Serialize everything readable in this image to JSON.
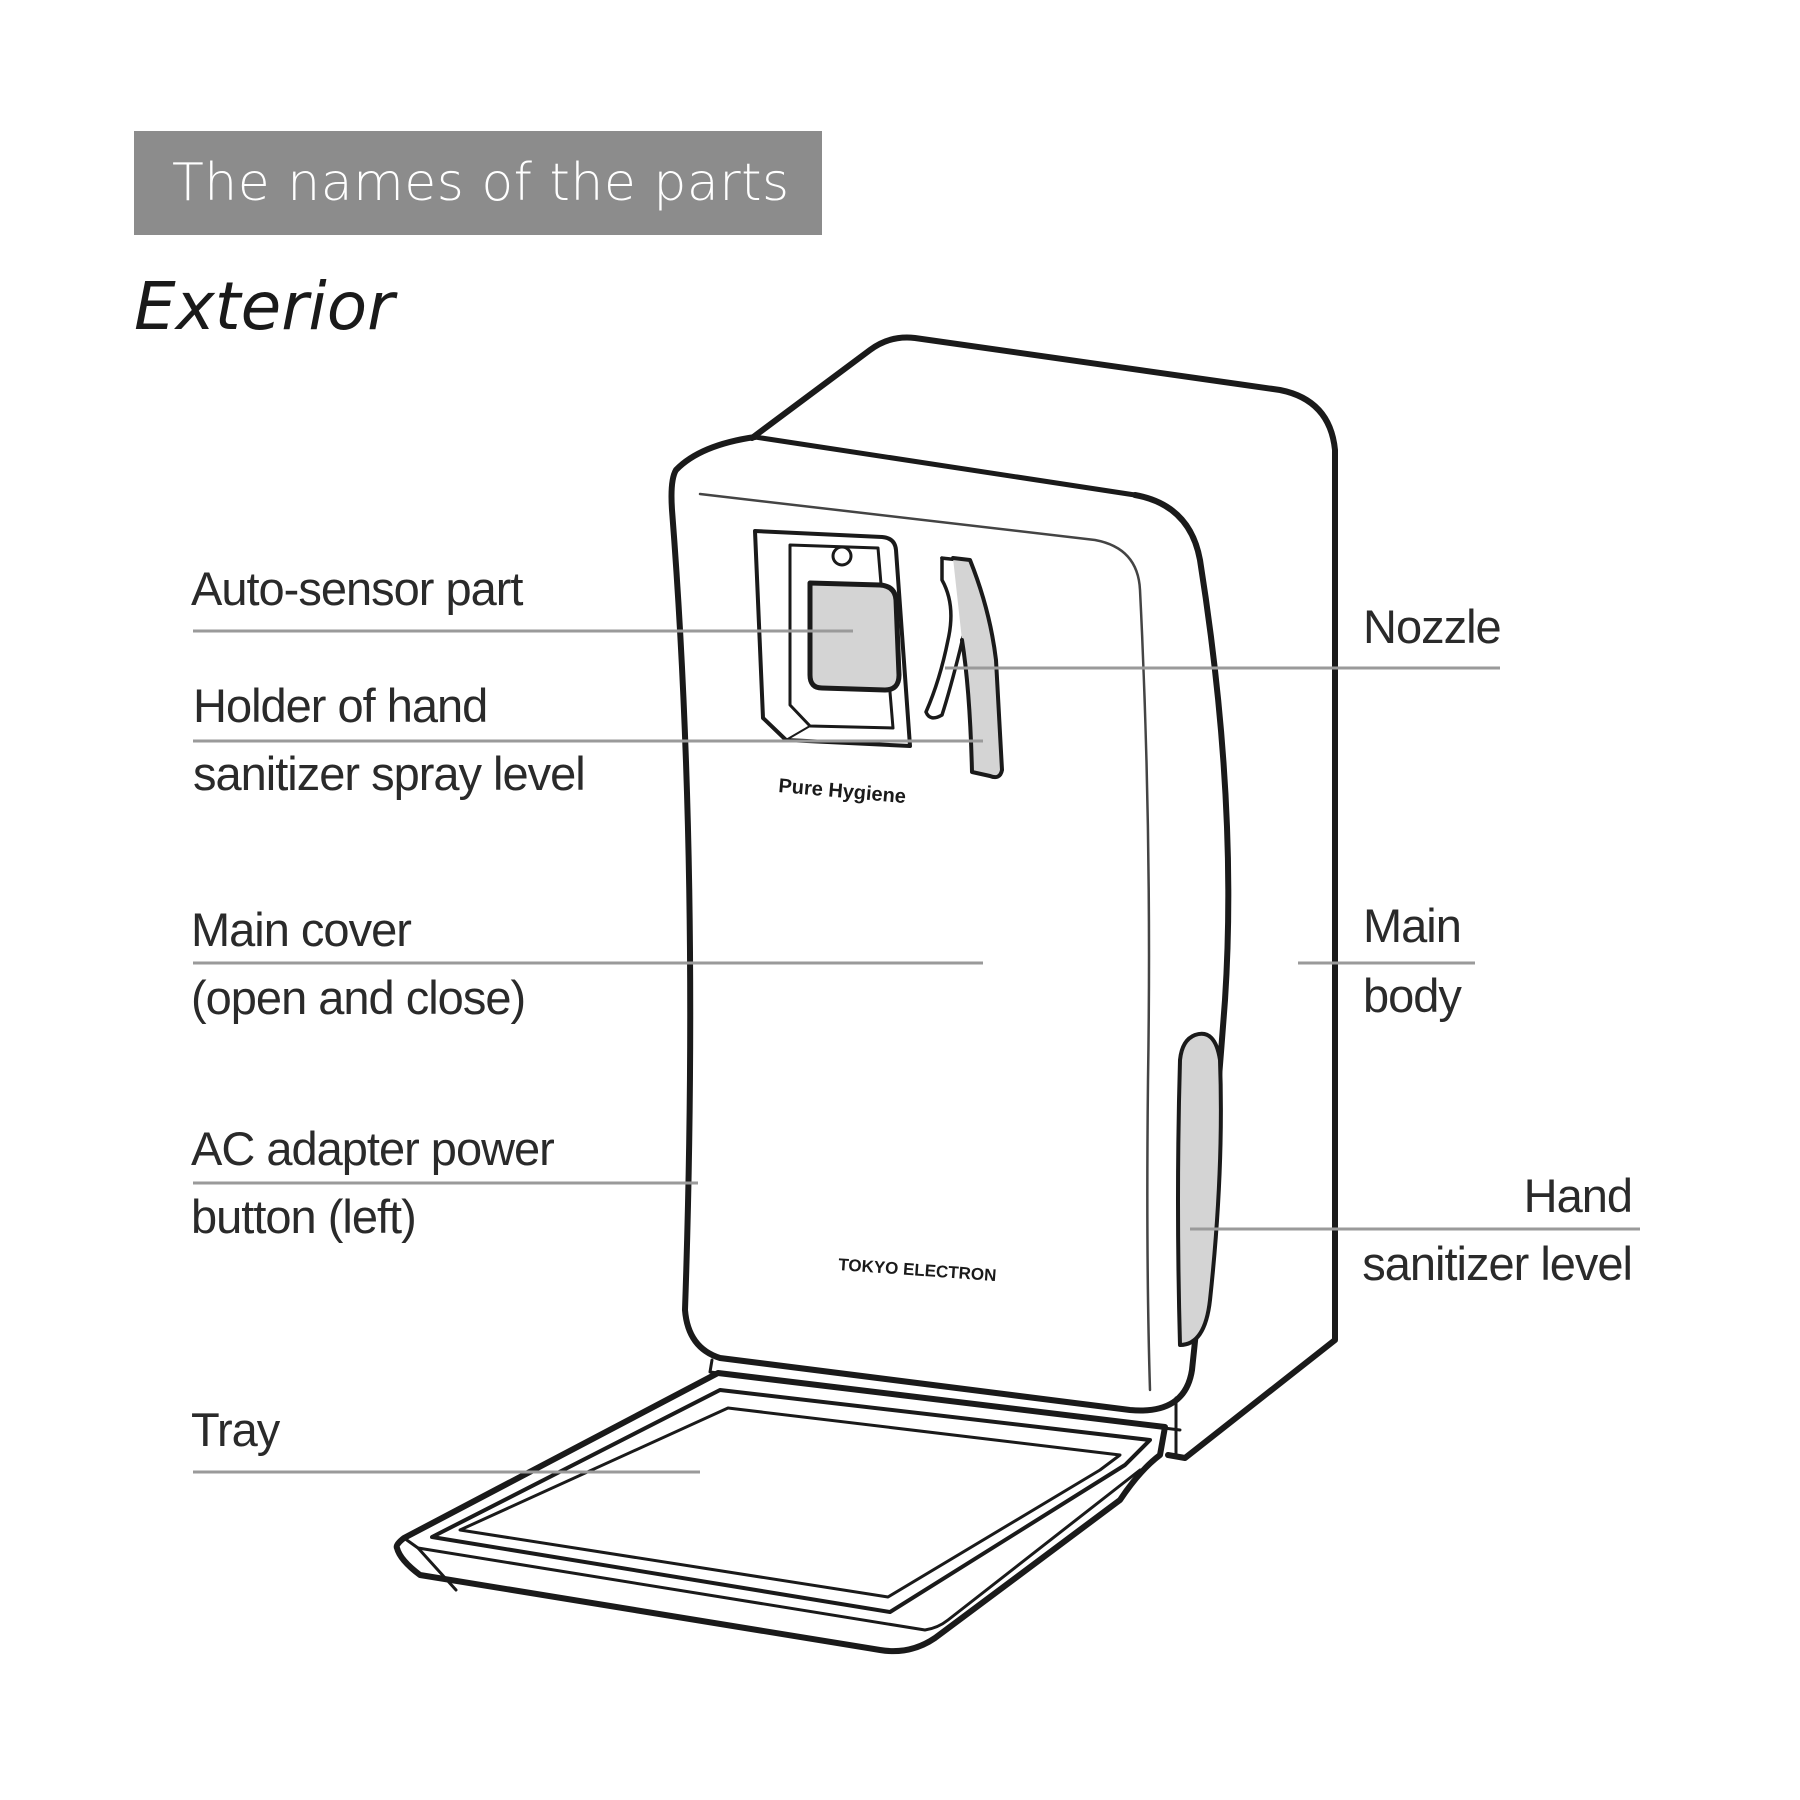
{
  "header": {
    "title": "The names of the parts",
    "subtitle": "Exterior"
  },
  "device": {
    "logo_text": "Pure Hygiene",
    "brand_text": "TOKYO ELECTRON"
  },
  "labels": {
    "auto_sensor": "Auto-sensor part",
    "holder_line1": "Holder of hand",
    "holder_line2": "sanitizer spray level",
    "main_cover_line1": "Main cover",
    "main_cover_line2": "(open and close)",
    "ac_adapter_line1": "AC adapter power",
    "ac_adapter_line2": "button (left)",
    "tray": "Tray",
    "nozzle": "Nozzle",
    "main_body_line1": "Main",
    "main_body_line2": "body",
    "hand_level_line1": "Hand",
    "hand_level_line2": "sanitizer level"
  },
  "colors": {
    "banner": "#8c8c8c",
    "leader": "#9a9a9a",
    "outline": "#1a1a1a",
    "window_fill": "#d4d4d4"
  }
}
